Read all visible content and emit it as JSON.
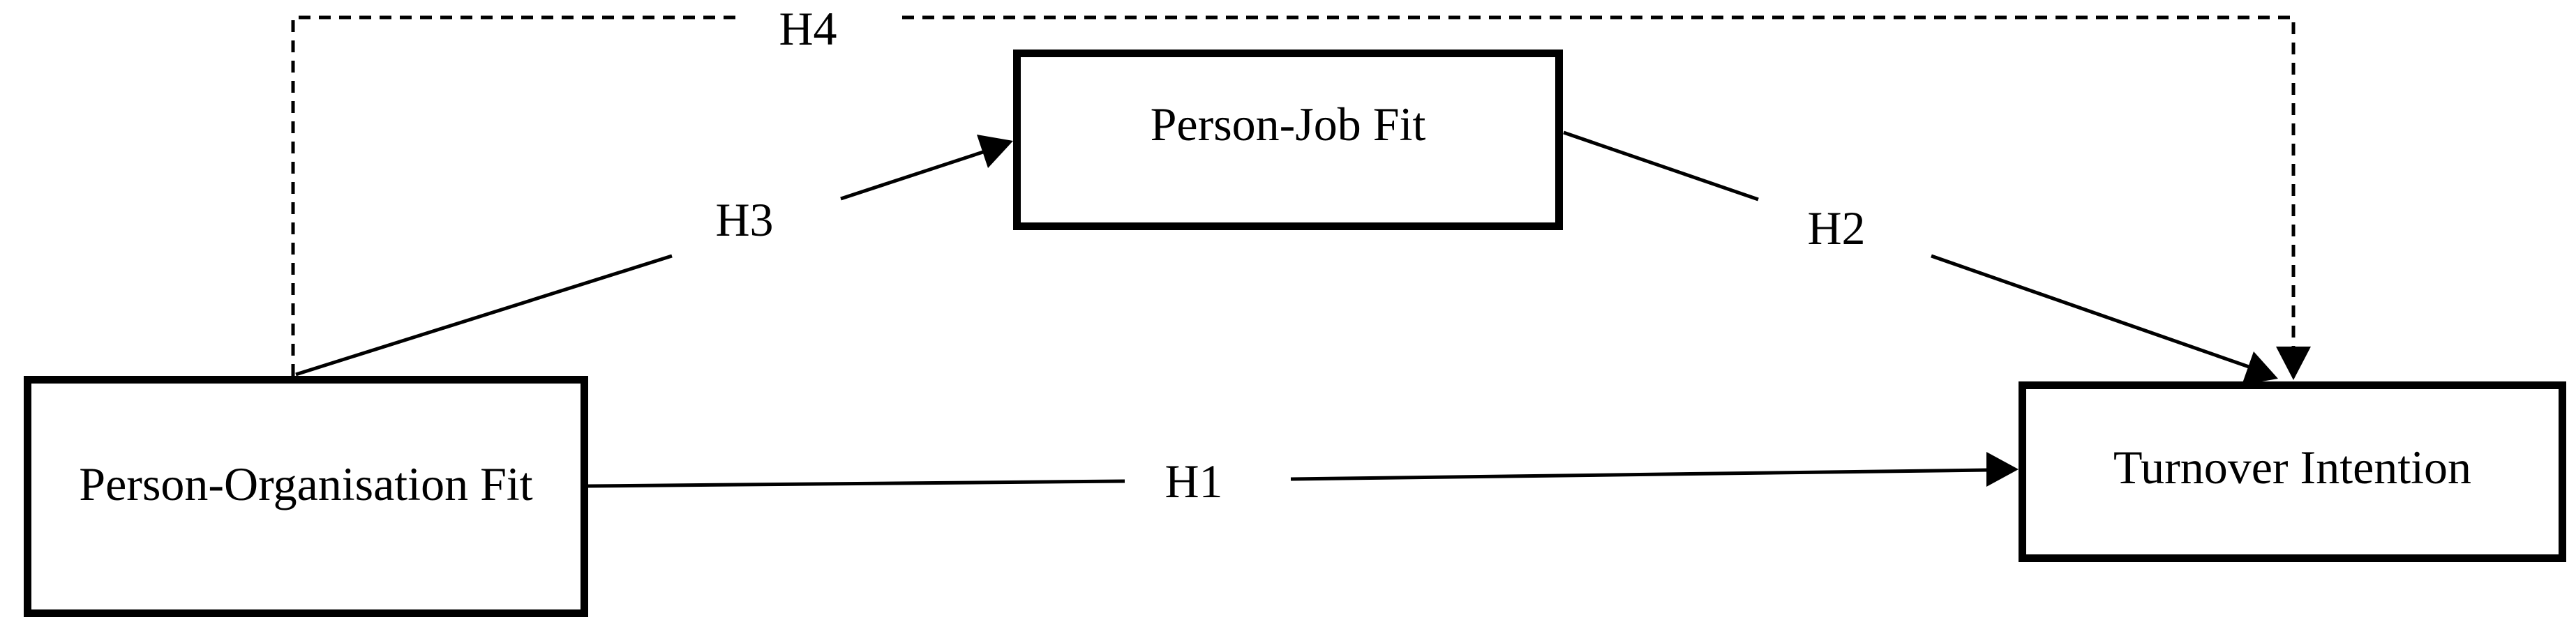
{
  "figure": {
    "background_color": "#ffffff",
    "line_color": "#000000",
    "boxes": {
      "person_organisation_fit": {
        "label": "Person-Organisation Fit"
      },
      "person_job_fit": {
        "label": "Person-Job Fit"
      },
      "turnover_intention": {
        "label": "Turnover Intention"
      }
    },
    "edges": {
      "h1": {
        "label": "H1",
        "from": "person_organisation_fit",
        "to": "turnover_intention",
        "style": "solid"
      },
      "h2": {
        "label": "H2",
        "from": "person_job_fit",
        "to": "turnover_intention",
        "style": "solid"
      },
      "h3": {
        "label": "H3",
        "from": "person_organisation_fit",
        "to": "person_job_fit",
        "style": "solid"
      },
      "h4": {
        "label": "H4",
        "from": "person_organisation_fit",
        "to": "turnover_intention",
        "style": "dashed"
      }
    }
  }
}
